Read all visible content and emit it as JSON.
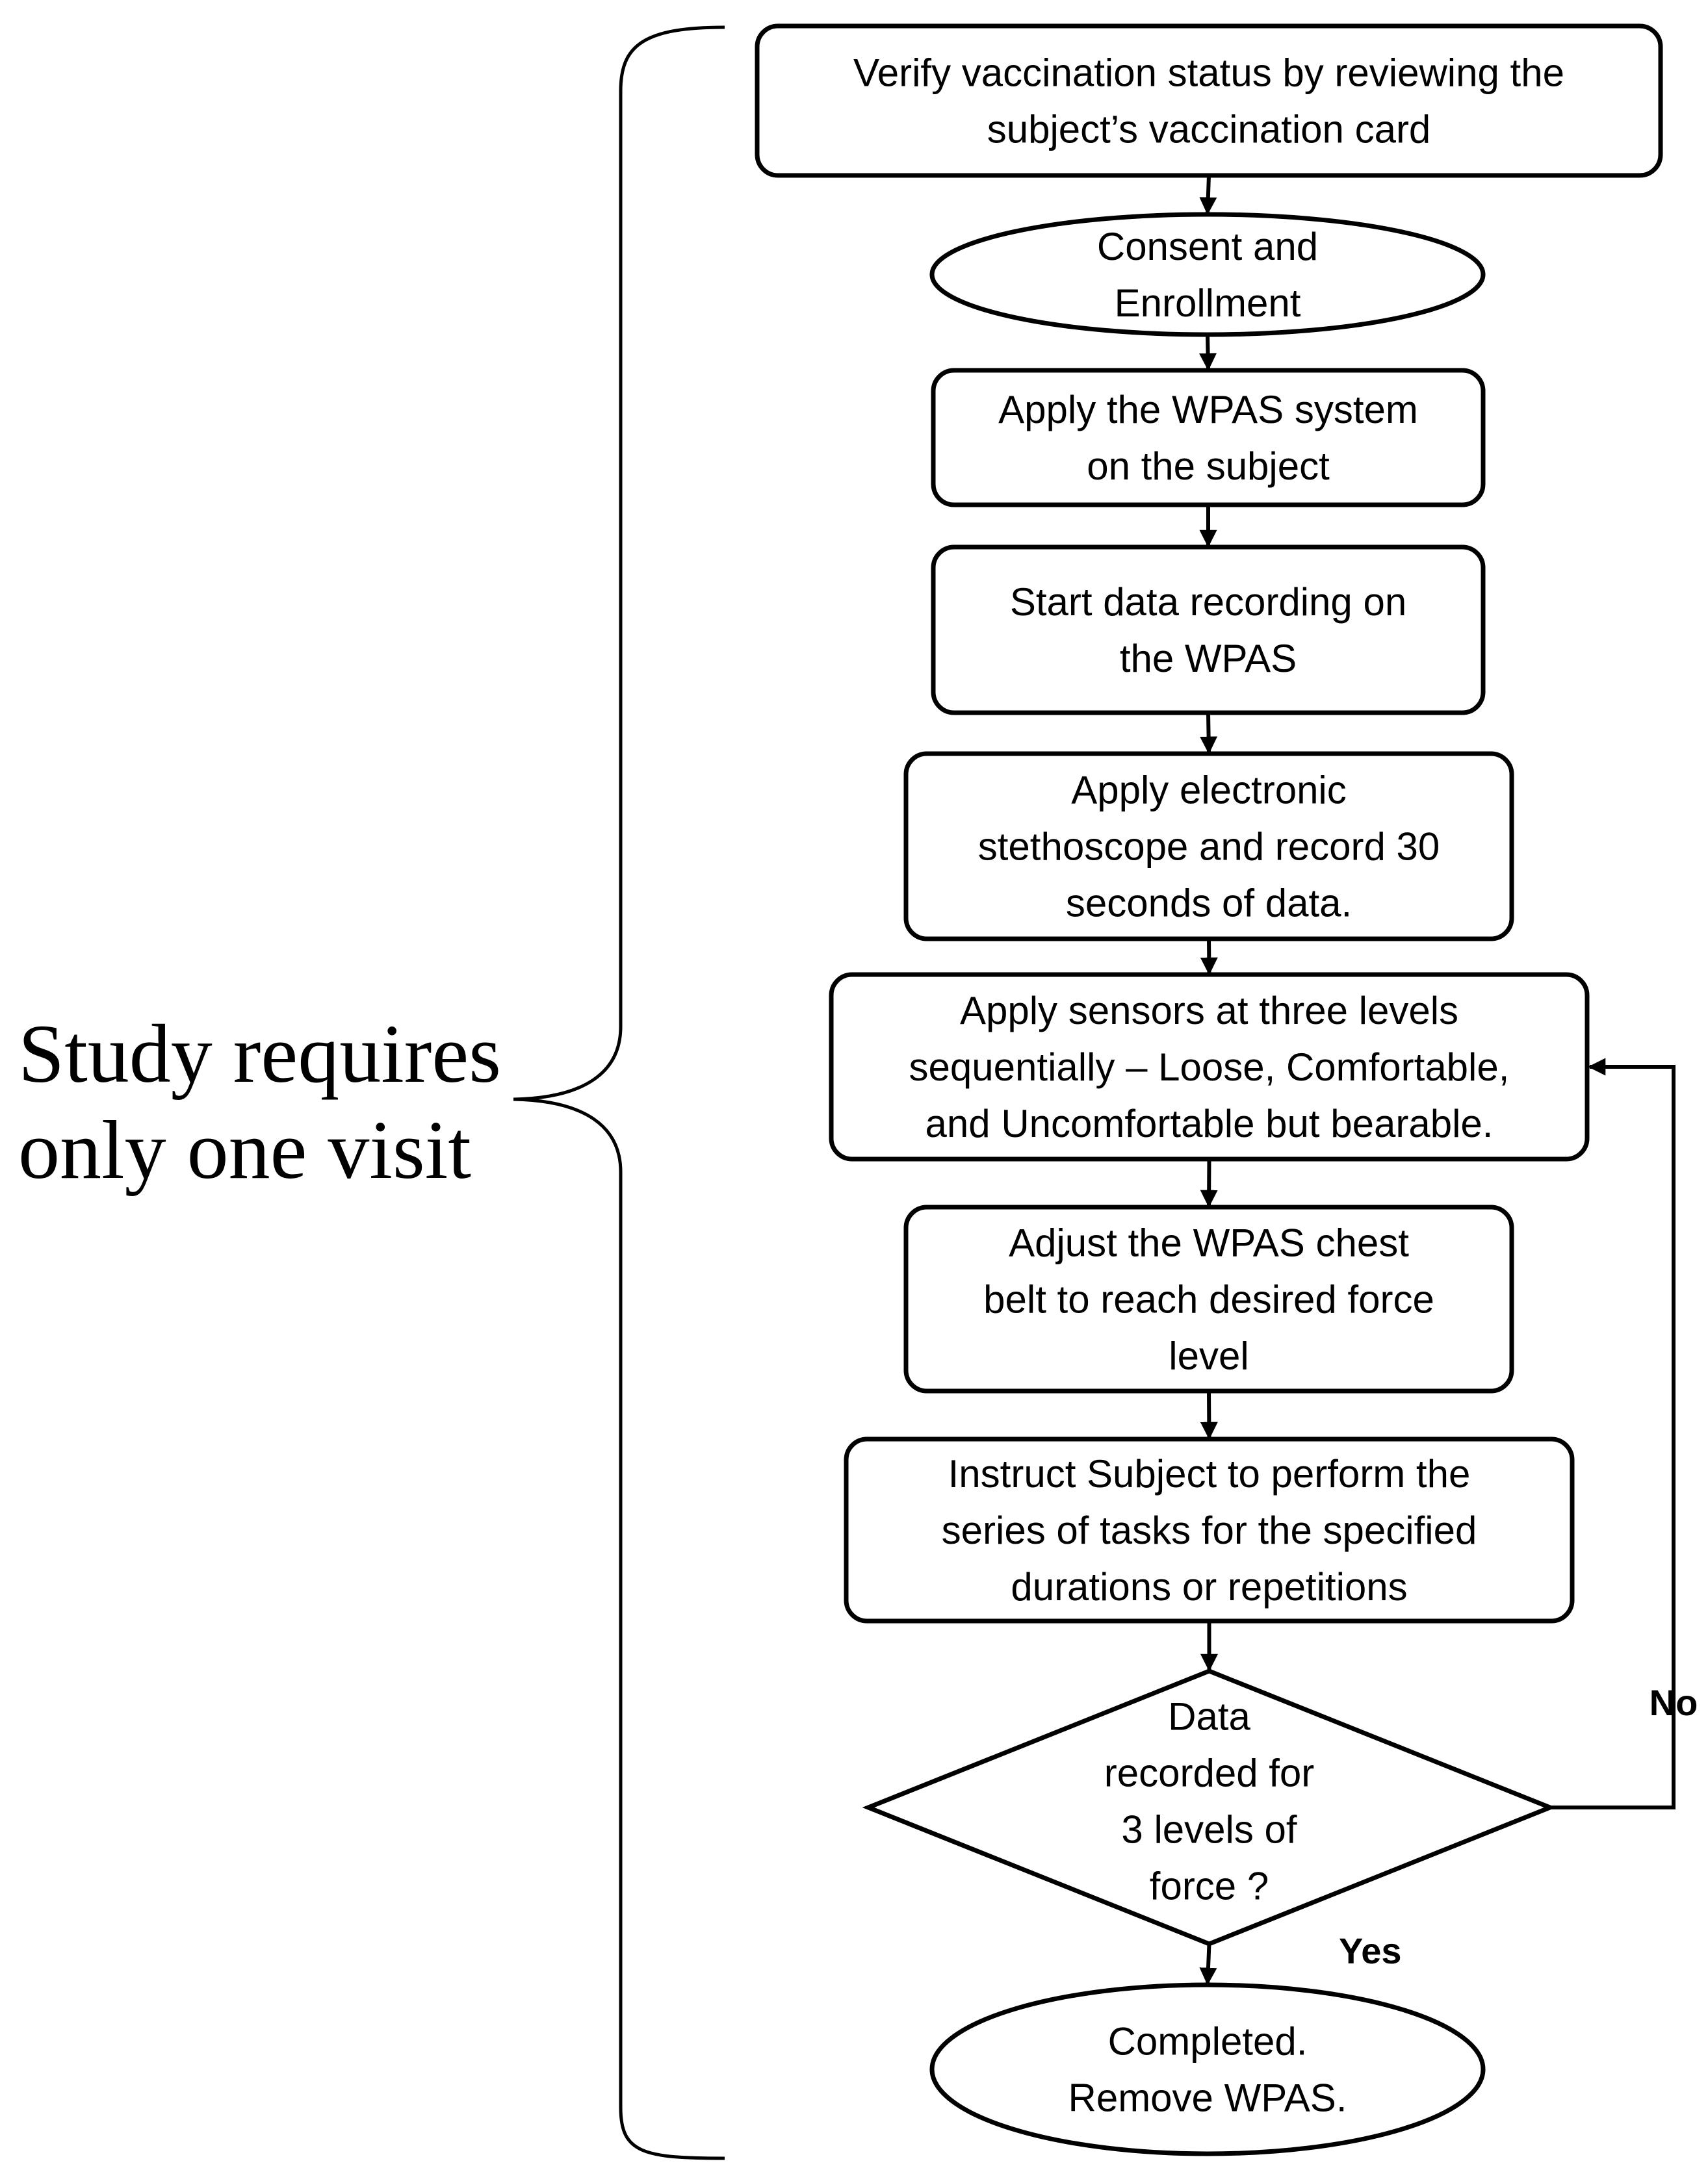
{
  "side_label": [
    "Study requires",
    "only one visit"
  ],
  "nodes": [
    {
      "id": "verify-vaccination",
      "shape": "rounded-rect",
      "lines": [
        "Verify vaccination status by reviewing the",
        "subject’s vaccination card"
      ]
    },
    {
      "id": "consent-enrollment",
      "shape": "ellipse",
      "lines": [
        "Consent and",
        "Enrollment"
      ]
    },
    {
      "id": "apply-wpas",
      "shape": "rounded-rect",
      "lines": [
        "Apply the WPAS system",
        "on the subject"
      ]
    },
    {
      "id": "start-recording",
      "shape": "rounded-rect",
      "lines": [
        "Start data recording on",
        "the WPAS"
      ]
    },
    {
      "id": "apply-stethoscope",
      "shape": "rounded-rect",
      "lines": [
        "Apply electronic",
        "stethoscope and record 30",
        "seconds of data."
      ]
    },
    {
      "id": "apply-sensors",
      "shape": "rounded-rect",
      "lines": [
        "Apply sensors at three levels",
        "sequentially – Loose, Comfortable,",
        "and Uncomfortable but bearable."
      ]
    },
    {
      "id": "adjust-belt",
      "shape": "rounded-rect",
      "lines": [
        "Adjust the WPAS chest",
        "belt to reach desired force",
        "level"
      ]
    },
    {
      "id": "instruct-subject",
      "shape": "rounded-rect",
      "lines": [
        "Instruct Subject to perform the",
        "series of tasks for the specified",
        "durations or repetitions"
      ]
    },
    {
      "id": "decision-levels",
      "shape": "diamond",
      "lines": [
        "Data",
        "recorded for",
        "3 levels of",
        "force ?"
      ]
    },
    {
      "id": "completed",
      "shape": "ellipse",
      "lines": [
        "Completed.",
        "Remove WPAS."
      ]
    }
  ],
  "edges": [
    {
      "from": "verify-vaccination",
      "to": "consent-enrollment",
      "label": ""
    },
    {
      "from": "consent-enrollment",
      "to": "apply-wpas",
      "label": ""
    },
    {
      "from": "apply-wpas",
      "to": "start-recording",
      "label": ""
    },
    {
      "from": "start-recording",
      "to": "apply-stethoscope",
      "label": ""
    },
    {
      "from": "apply-stethoscope",
      "to": "apply-sensors",
      "label": ""
    },
    {
      "from": "apply-sensors",
      "to": "adjust-belt",
      "label": ""
    },
    {
      "from": "adjust-belt",
      "to": "instruct-subject",
      "label": ""
    },
    {
      "from": "instruct-subject",
      "to": "decision-levels",
      "label": ""
    },
    {
      "from": "decision-levels",
      "to": "completed",
      "label": "Yes"
    },
    {
      "from": "decision-levels",
      "to": "apply-sensors",
      "label": "No"
    }
  ]
}
